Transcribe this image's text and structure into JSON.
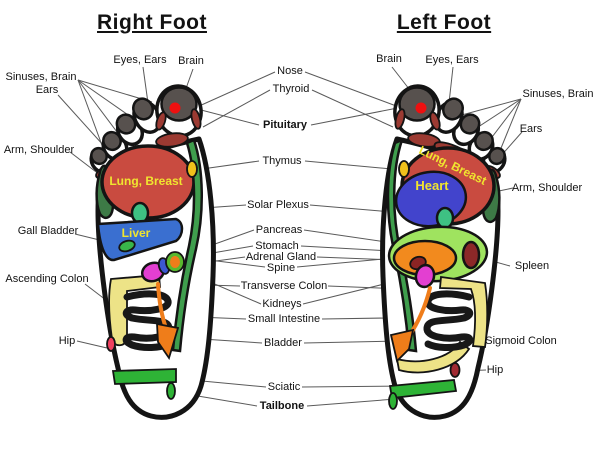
{
  "titles": {
    "right_foot": "Right Foot",
    "left_foot": "Left Foot"
  },
  "labels": {
    "right_foot": {
      "eyes_ears": "Eyes, Ears",
      "brain": "Brain",
      "sinuses_brain": "Sinuses, Brain",
      "ears": "Ears",
      "arm_shoulder": "Arm, Shoulder",
      "gall_bladder": "Gall Bladder",
      "ascending_colon": "Ascending Colon",
      "hip": "Hip"
    },
    "center": {
      "nose": "Nose",
      "thyroid": "Thyroid",
      "pituitary": "Pituitary",
      "thymus": "Thymus",
      "solar_plexus": "Solar Plexus",
      "pancreas": "Pancreas",
      "stomach": "Stomach",
      "adrenal_gland": "Adrenal Gland",
      "spine": "Spine",
      "transverse_colon": "Transverse Colon",
      "kidneys": "Kidneys",
      "small_intestine": "Small Intestine",
      "bladder": "Bladder",
      "sciatic": "Sciatic",
      "tailbone": "Tailbone"
    },
    "left_foot": {
      "brain": "Brain",
      "eyes_ears": "Eyes, Ears",
      "sinuses_brain": "Sinuses, Brain",
      "ears": "Ears",
      "arm_shoulder": "Arm, Shoulder",
      "spleen": "Spleen",
      "sigmoid_colon": "Sigmoid Colon",
      "hip": "Hip"
    }
  },
  "zone_texts": {
    "right_lung": "Lung, Breast",
    "right_liver": "Liver",
    "left_lung": "Lung, Breast",
    "left_heart": "Heart"
  },
  "colors": {
    "outline": "#141414",
    "leader_line": "#5a5a5a",
    "label_text": "#121212",
    "toe_gray": "#57514e",
    "dark_red": "#9c3a32",
    "rose": "#cf8d82",
    "red_dot": "#ee1010",
    "lung_red": "#c94b40",
    "zone_text_yellow": "#f0e52f",
    "arm_green": "#3d7a46",
    "solar_green": "#3ec183",
    "liver_blue": "#3a6fd0",
    "heart_blue": "#4244cc",
    "gall_green": "#39b54a",
    "spine_green": "#3f9e4d",
    "thymus_yellow": "#f0c11b",
    "magenta": "#e33fd1",
    "small_blue": "#3c57d0",
    "kidney_ring_green": "#59b82e",
    "orange": "#ef7d1a",
    "colon_yellow": "#ede387",
    "hip_pink": "#ef4060",
    "hip_dark_red": "#a12a32",
    "sciatic_green": "#2eb336",
    "light_green": "#9fe35f",
    "stomach_orange": "#f28a1e",
    "adrenal_red": "#8c2424",
    "spleen_red": "#8c2828"
  }
}
